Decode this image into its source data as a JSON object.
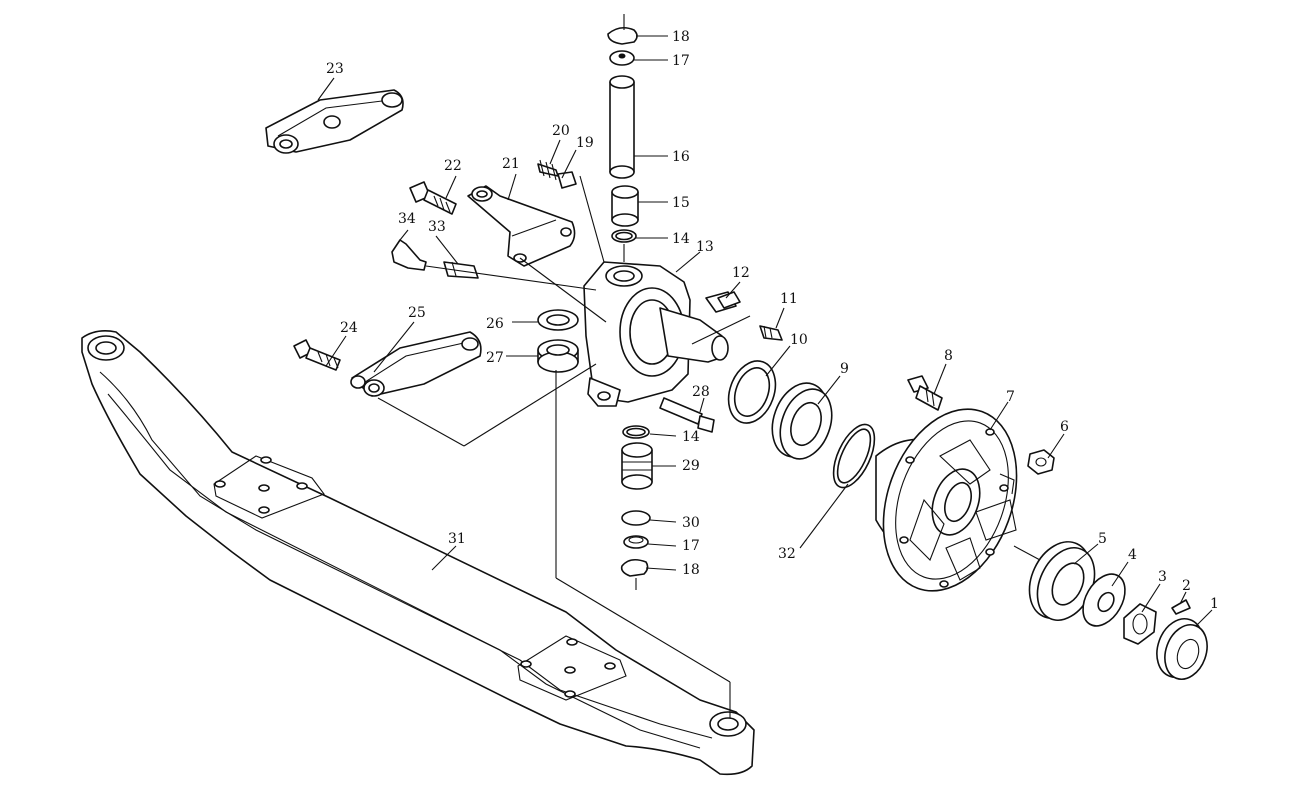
{
  "diagram": {
    "labels": {
      "p1": "1",
      "p2": "2",
      "p3": "3",
      "p4": "4",
      "p5": "5",
      "p6": "6",
      "p7": "7",
      "p8": "8",
      "p9": "9",
      "p10": "10",
      "p11": "11",
      "p12": "12",
      "p13": "13",
      "p14a": "14",
      "p14b": "14",
      "p15": "15",
      "p16": "16",
      "p17a": "17",
      "p17b": "17",
      "p18a": "18",
      "p18b": "18",
      "p19": "19",
      "p20": "20",
      "p21": "21",
      "p22": "22",
      "p23": "23",
      "p24": "24",
      "p25": "25",
      "p26": "26",
      "p27": "27",
      "p28": "28",
      "p29": "29",
      "p30": "30",
      "p31": "31",
      "p32": "32",
      "p33": "33",
      "p34": "34"
    },
    "colors": {
      "ink": "#111111",
      "paper": "#ffffff"
    }
  }
}
